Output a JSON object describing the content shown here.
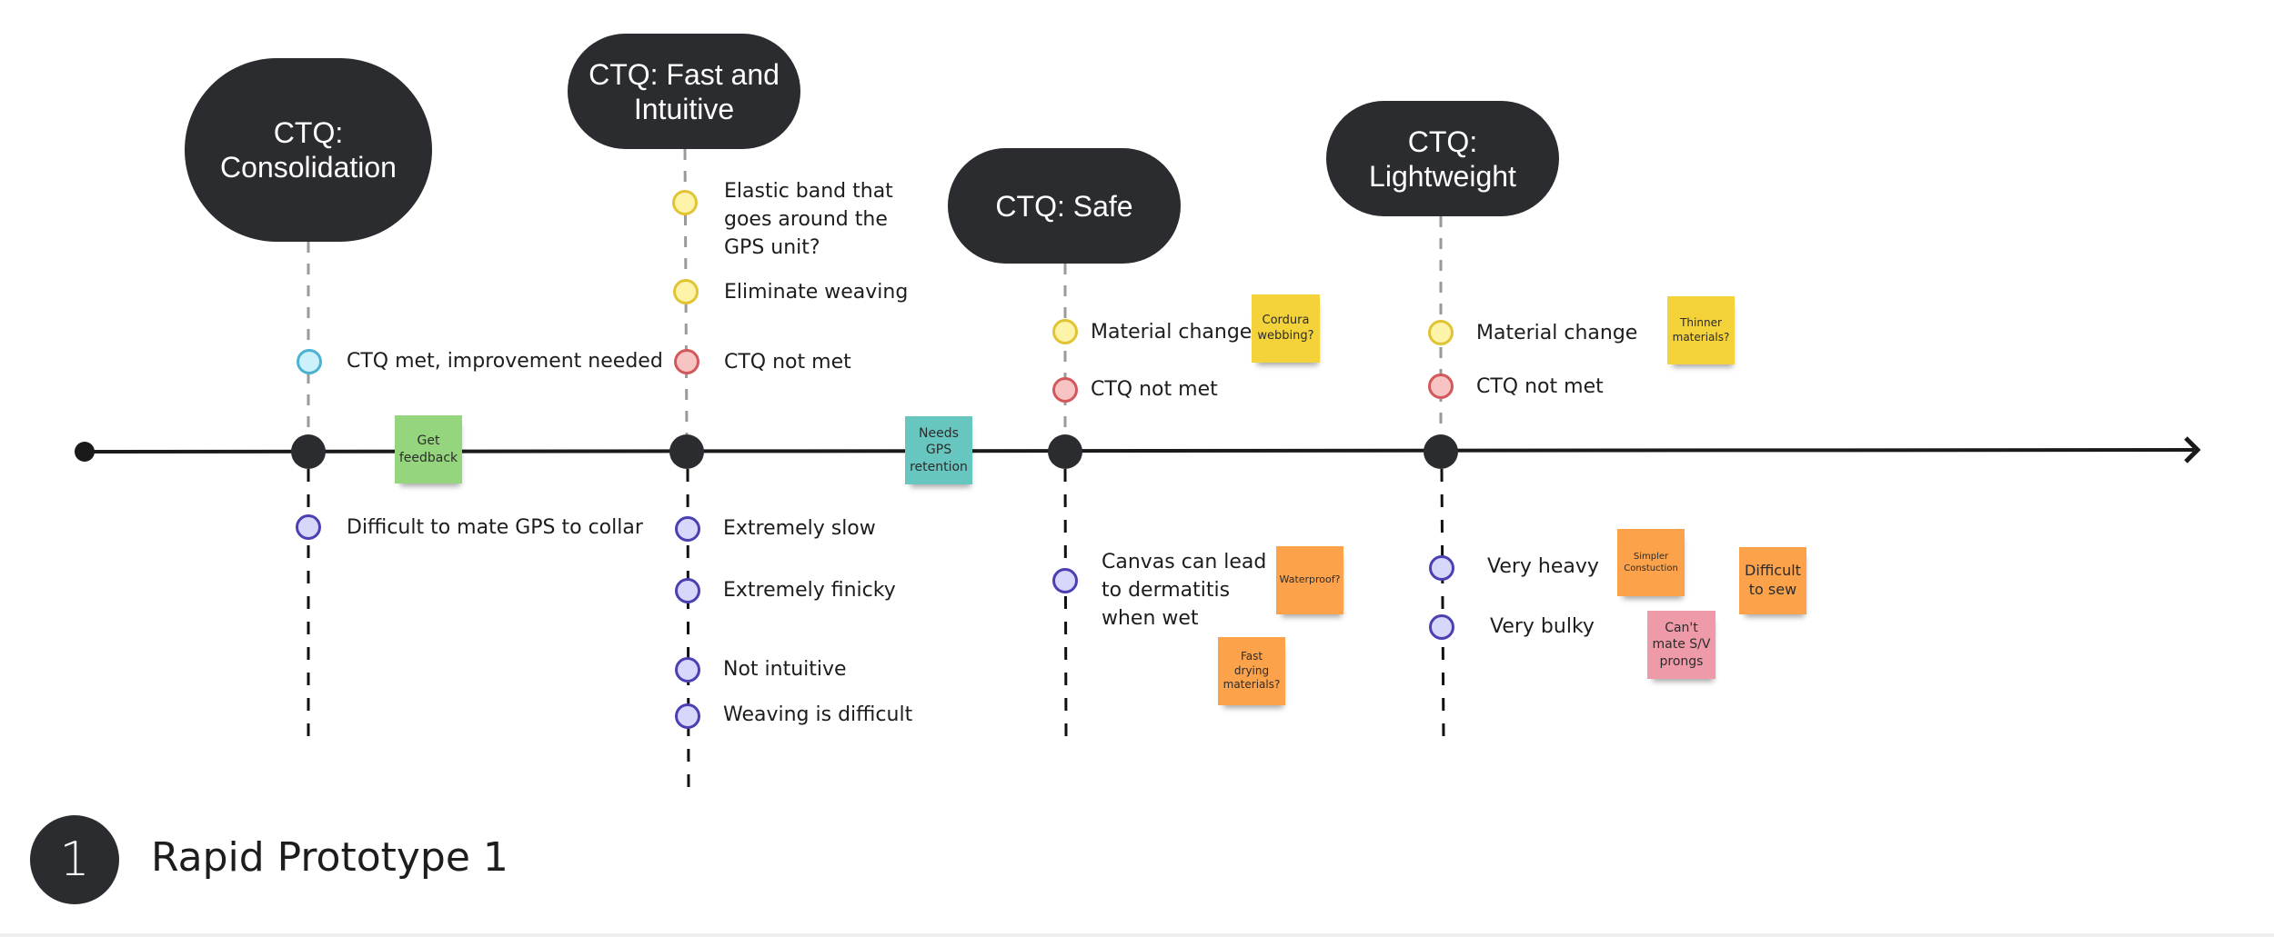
{
  "diagram": {
    "title": "Rapid Prototype 1",
    "section_number": "1",
    "ctqs": [
      {
        "id": "consolidation",
        "label": "CTQ:\nConsolidation",
        "above": [
          {
            "text": "CTQ met, improvement needed",
            "status": "blue"
          }
        ],
        "below": [
          {
            "text": "Difficult to mate GPS to collar",
            "status": "purple"
          }
        ]
      },
      {
        "id": "fast-intuitive",
        "label": "CTQ: Fast and Intuitive",
        "above": [
          {
            "text": "Elastic band that\ngoes around the\nGPS unit?",
            "status": "yellow"
          },
          {
            "text": "Eliminate weaving",
            "status": "yellow"
          },
          {
            "text": "CTQ not met",
            "status": "red"
          }
        ],
        "below": [
          {
            "text": "Extremely slow",
            "status": "purple"
          },
          {
            "text": "Extremely finicky",
            "status": "purple"
          },
          {
            "text": "Not intuitive",
            "status": "purple"
          },
          {
            "text": "Weaving is difficult",
            "status": "purple"
          }
        ]
      },
      {
        "id": "safe",
        "label": "CTQ: Safe",
        "above": [
          {
            "text": "Material change",
            "status": "yellow"
          },
          {
            "text": "CTQ not met",
            "status": "red"
          }
        ],
        "below": [
          {
            "text": "Canvas can lead\nto dermatitis\nwhen wet",
            "status": "purple"
          }
        ]
      },
      {
        "id": "lightweight",
        "label": "CTQ:\nLightweight",
        "above": [
          {
            "text": "Material change",
            "status": "yellow"
          },
          {
            "text": "CTQ not met",
            "status": "red"
          }
        ],
        "below": [
          {
            "text": "Very heavy",
            "status": "purple"
          },
          {
            "text": "Very bulky",
            "status": "purple"
          }
        ]
      }
    ],
    "sticky_notes": [
      {
        "text": "Get feedback",
        "color": "green"
      },
      {
        "text": "Needs GPS retention",
        "color": "teal"
      },
      {
        "text": "Cordura webbing?",
        "color": "yellow"
      },
      {
        "text": "Waterproof?",
        "color": "orange"
      },
      {
        "text": "Fast drying materials?",
        "color": "orange"
      },
      {
        "text": "Thinner materials?",
        "color": "yellow"
      },
      {
        "text": "Simpler Constuction",
        "color": "orange"
      },
      {
        "text": "Difficult to sew",
        "color": "orange"
      },
      {
        "text": "Can't mate S/V prongs",
        "color": "pink"
      }
    ],
    "colors": {
      "node_dark": "#2b2c2f",
      "status_yellow": "#fdf3a9",
      "status_red": "#f8c3c3",
      "status_blue": "#cdf1fa",
      "status_purple": "#d7d7fb",
      "sticky_green": "#94d57e",
      "sticky_teal": "#67c6c0",
      "sticky_yellow": "#f4d23a",
      "sticky_orange": "#fba24a",
      "sticky_pink": "#ef9aa9"
    }
  }
}
